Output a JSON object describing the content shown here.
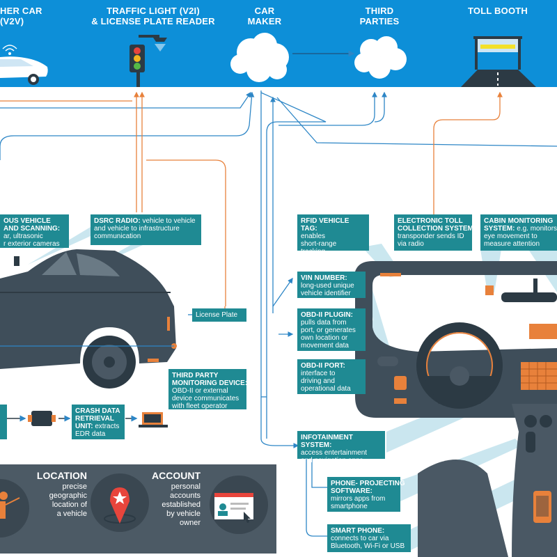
{
  "header": {
    "other_car": "HER CAR\n(V2V)",
    "traffic_light": "TRAFFIC LIGHT (V2I)\n& LICENSE PLATE READER",
    "car_maker": "CAR\nMAKER",
    "third_parties": "THIRD\nPARTIES",
    "toll_booth": "TOLL BOOTH"
  },
  "boxes": {
    "autonomous": {
      "title": "OUS VEHICLE\nAND SCANNING:",
      "text": "ar, ultrasonic\nr exterior cameras"
    },
    "dsrc": {
      "title": "DSRC RADIO:",
      "text": " vehicle to vehicle\nand vehicle to infrastructure\ncommunication"
    },
    "license_plate": {
      "text": "License Plate"
    },
    "third_party_device": {
      "title": "THIRD PARTY\nMONITORING DEVICE:",
      "text": "OBD-II or external\ndevice communicates\nwith fleet operator"
    },
    "crash_data": {
      "title": "CRASH DATA\nRETRIEVAL\nUNIT:",
      "text": " extracts\nEDR data"
    },
    "rfid": {
      "title": "RFID VEHICLE TAG:",
      "text": "enables\nshort-range\ntracking"
    },
    "electronic_toll": {
      "title": "ELECTRONIC TOLL\nCOLLECTION SYSTEM:",
      "text": "transponder sends ID\nvia radio"
    },
    "cabin_monitoring": {
      "title": "CABIN MONITORING\nSYSTEM:",
      "text": " e.g. monitors\neye movement to\nmeasure attention"
    },
    "vin": {
      "title": "VIN NUMBER:",
      "text": "long-used unique\nvehicle identifier"
    },
    "obd_plugin": {
      "title": "OBD-II PLUGIN:",
      "text": "pulls data from\nport, or generates\nown location or\nmovement data"
    },
    "obd_port": {
      "title": "OBD-II PORT:",
      "text": "interface to\ndriving and\noperational data"
    },
    "infotainment": {
      "title": "INFOTAINMENT SYSTEM:",
      "text": "access entertainment\nand navigation apps"
    },
    "phone_projecting": {
      "title": "PHONE- PROJECTING\nSOFTWARE:",
      "text": "mirrors apps from\nsmartphone"
    },
    "smart_phone": {
      "title": "SMART PHONE:",
      "text": "connects to car via\nBluetooth, Wi-Fi or USB"
    }
  },
  "panel": {
    "location_title": "LOCATION",
    "location_text": "precise\ngeographic\nlocation of\na vehicle",
    "account_title": "ACCOUNT",
    "account_text": "personal\naccounts\nestablished\nby vehicle\nowner"
  },
  "colors": {
    "header_blue": "#0d8fd8",
    "teal_box": "#1f8a93",
    "blue_line": "#2d86c6",
    "orange_line": "#e8813b",
    "dark_car": "#3f4e5a",
    "panel_gray": "#4c5a65"
  }
}
